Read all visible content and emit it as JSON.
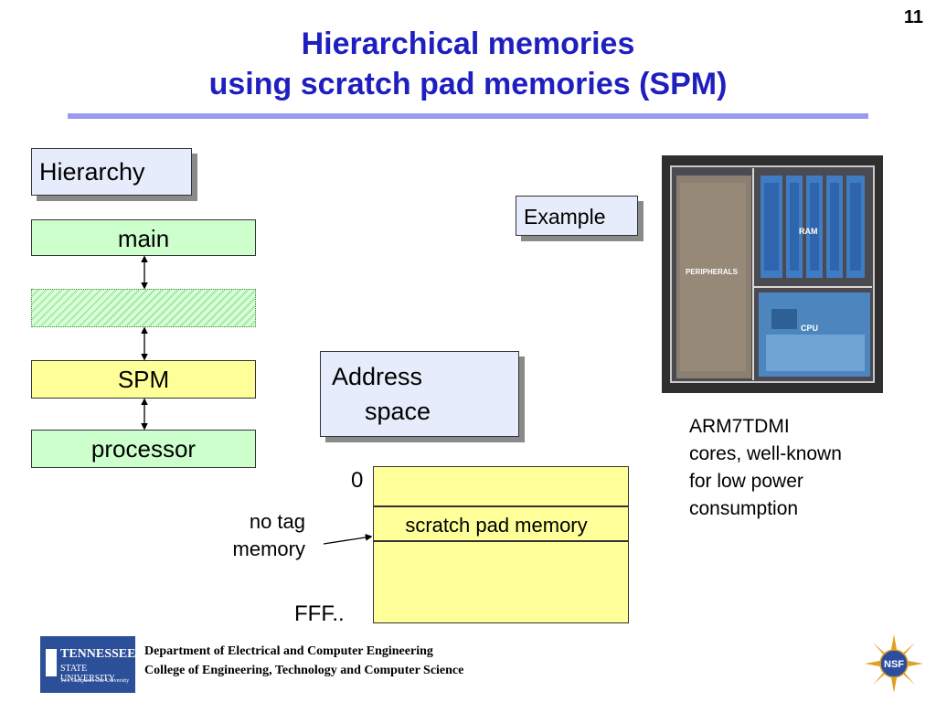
{
  "slide": {
    "number": "11"
  },
  "title": {
    "line1": "Hierarchical memories",
    "line2": "using scratch pad memories (SPM)"
  },
  "hierarchy": {
    "label": "Hierarchy",
    "levels": [
      "main",
      "",
      "SPM",
      "processor"
    ]
  },
  "example": {
    "label": "Example",
    "chip_labels": {
      "ram": "RAM",
      "peripherals": "PERIPHERALS",
      "cpu": "CPU"
    },
    "caption": [
      "ARM7TDMI",
      "cores, well-known",
      "for low power",
      "consumption"
    ]
  },
  "address_space": {
    "label_line1": "Address",
    "label_line2": "space",
    "start": "0",
    "end": "FFF..",
    "spm_region": "scratch pad memory",
    "annotation_line1": "no tag",
    "annotation_line2": "memory"
  },
  "footer": {
    "logo_line1": "TENNESSEE",
    "logo_line2": "STATE UNIVERSITY",
    "logo_line3": "Two Campuses  One University",
    "dept_line1": "Department of Electrical and Computer Engineering",
    "dept_line2": "College of Engineering, Technology and Computer Science",
    "nsf_label": "NSF"
  },
  "colors": {
    "title": "#1f1fbf",
    "rule": "#9a9af0",
    "green_level": "#ccffcc",
    "yellow_level": "#ffff99",
    "callout": "#e6ecfb"
  }
}
